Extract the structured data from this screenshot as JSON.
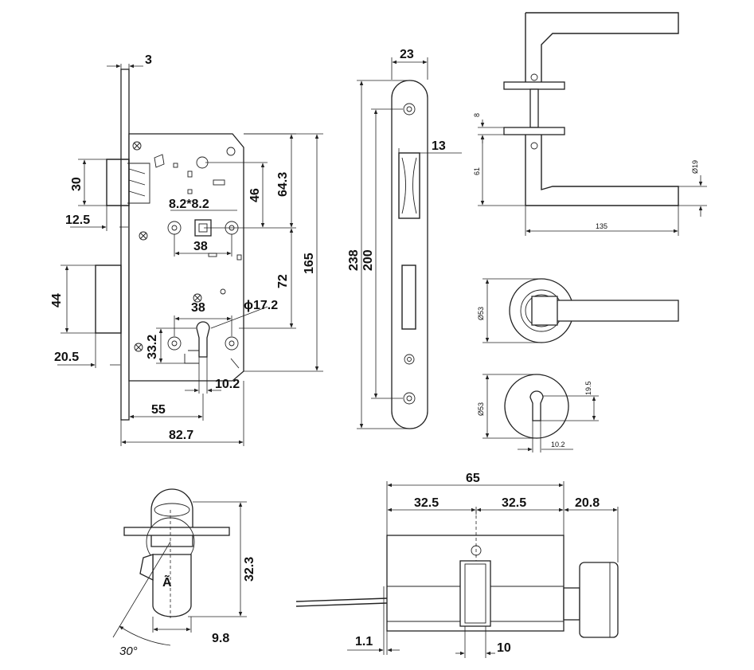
{
  "mortise_lock": {
    "dims": {
      "faceplate_t": "3",
      "latch_h": "30",
      "latch_proj": "12.5",
      "bolt_h": "44",
      "bolt_proj": "20.5",
      "sq": "8.2*8.2",
      "hole_sp_top": "38",
      "hole_sp_bot": "38",
      "d46": "46",
      "d64": "64.3",
      "d165": "165",
      "d72": "72",
      "dia": "ϕ17.2",
      "d33": "33.2",
      "d102": "10.2",
      "backset": "55",
      "depth": "82.7"
    }
  },
  "faceplate": {
    "dims": {
      "width": "23",
      "d13": "13",
      "d238": "238",
      "d200": "200"
    }
  },
  "handle": {
    "dims": {
      "d8": "8",
      "d61": "61",
      "d19": "Ø19",
      "d135": "135"
    }
  },
  "rose": {
    "dims": {
      "d53": "Ø53"
    }
  },
  "escutcheon": {
    "dims": {
      "d53": "Ø53",
      "d195": "19.5",
      "d102": "10.2"
    }
  },
  "cylinder_side": {
    "dims": {
      "d323": "32.3",
      "d98": "9.8",
      "angle": "30°"
    }
  },
  "cylinder": {
    "dims": {
      "total": "65",
      "left": "32.5",
      "right": "32.5",
      "knob": "20.8",
      "d11": "1.1",
      "d10": "10"
    }
  }
}
